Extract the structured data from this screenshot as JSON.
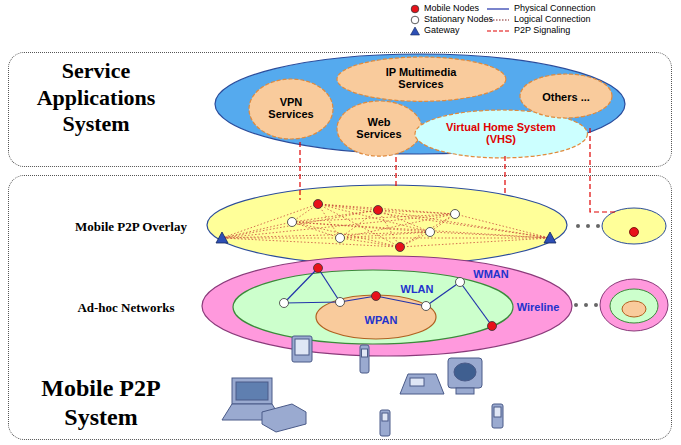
{
  "diagram": {
    "nodes": [
      {
        "text": [
          "Service Applications System"
        ]
      },
      {
        "text": [
          "VPN Services"
        ],
        "in": 0
      },
      {
        "text": [
          "IP Multimedia Services"
        ],
        "in": 0
      },
      {
        "text": [
          "Web Services"
        ],
        "in": 0
      },
      {
        "text": [
          "Virtual Home System (VHS)"
        ],
        "in": 0
      },
      {
        "text": [
          "Others ..."
        ],
        "in": 0
      },
      {
        "text": [
          "Mobile P2P System"
        ]
      },
      {
        "text": [
          "Mobile P2P Overlay"
        ],
        "in": 6
      },
      {
        "text": [
          "Ad-hoc Networks",
          "WMAN",
          "Wireline"
        ],
        "in": 6
      },
      {
        "text": [
          "WLAN"
        ],
        "in": 8
      },
      {
        "text": [
          "WPAN"
        ],
        "in": 9
      }
    ],
    "legend": [
      {
        "text": "Mobile Nodes",
        "color": "#e8121a"
      },
      {
        "text": "Stationary Nodes",
        "color": "#ffffff"
      },
      {
        "text": "Gateway"
      },
      {
        "text": "Physical Connection"
      },
      {
        "text": "Logical Connection"
      },
      {
        "text": "P2P Signaling"
      }
    ]
  }
}
